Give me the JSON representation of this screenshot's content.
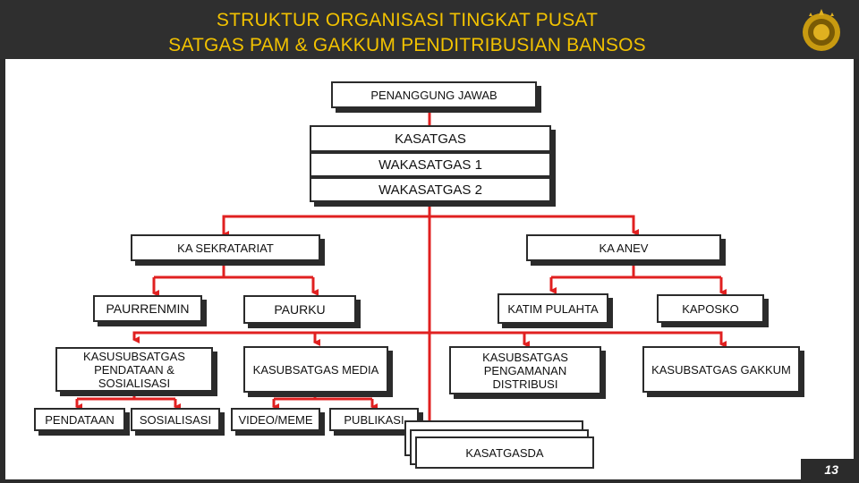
{
  "header": {
    "title_line1": "STRUKTUR ORGANISASI TINGKAT PUSAT",
    "title_line2": "SATGAS PAM & GAKKUM PENDITRIBUSIAN BANSOS"
  },
  "colors": {
    "accent": "#f2c200",
    "connector": "#e02020",
    "box_border": "#2b2b2b"
  },
  "logo": {
    "icon": "police-emblem-icon"
  },
  "boxes": {
    "penanggung_jawab": "PENANGGUNG JAWAB",
    "kasatgas": "KASATGAS",
    "wakasatgas1": "WAKASATGAS 1",
    "wakasatgas2": "WAKASATGAS 2",
    "ka_sekratariat": "KA SEKRATARIAT",
    "ka_anev": "KA ANEV",
    "paurrenmin": "PAURRENMIN",
    "paurku": "PAURKU",
    "katim_pulahta": "KATIM PULAHTA",
    "kaposko": "KAPOSKO",
    "kasusubsatgas": "KASUSUBSATGAS PENDATAAN & SOSIALISASI",
    "kasubsatgas_media": "KASUBSATGAS MEDIA",
    "kasubsatgas_pengamanan": "KASUBSATGAS PENGAMANAN DISTRIBUSI",
    "kasubsatgas_gakkum": "KASUBSATGAS GAKKUM",
    "pendataan": "PENDATAAN",
    "sosialisasi": "SOSIALISASI",
    "video_meme": "VIDEO/MEME",
    "publikasi": "PUBLIKASI",
    "kasatgasda": "KASATGASDA"
  },
  "page_number": "13"
}
